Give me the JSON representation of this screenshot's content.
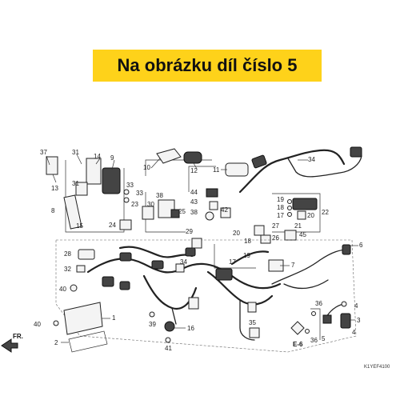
{
  "banner": {
    "text": "Na obrázku díl číslo 5",
    "background": "#fed21a"
  },
  "diagram": {
    "code": "K1YEF4100",
    "direction_label": "FR.",
    "section_ref": "E-6",
    "callouts": [
      {
        "n": "1"
      },
      {
        "n": "2"
      },
      {
        "n": "3"
      },
      {
        "n": "4"
      },
      {
        "n": "4"
      },
      {
        "n": "5"
      },
      {
        "n": "6"
      },
      {
        "n": "7"
      },
      {
        "n": "8"
      },
      {
        "n": "9"
      },
      {
        "n": "10"
      },
      {
        "n": "11"
      },
      {
        "n": "12"
      },
      {
        "n": "13"
      },
      {
        "n": "14"
      },
      {
        "n": "15"
      },
      {
        "n": "16"
      },
      {
        "n": "17"
      },
      {
        "n": "17"
      },
      {
        "n": "18"
      },
      {
        "n": "18"
      },
      {
        "n": "19"
      },
      {
        "n": "19"
      },
      {
        "n": "20"
      },
      {
        "n": "20"
      },
      {
        "n": "21"
      },
      {
        "n": "22"
      },
      {
        "n": "23"
      },
      {
        "n": "24"
      },
      {
        "n": "25"
      },
      {
        "n": "26"
      },
      {
        "n": "27"
      },
      {
        "n": "28"
      },
      {
        "n": "29"
      },
      {
        "n": "30"
      },
      {
        "n": "31"
      },
      {
        "n": "31"
      },
      {
        "n": "32"
      },
      {
        "n": "33"
      },
      {
        "n": "33"
      },
      {
        "n": "34"
      },
      {
        "n": "34"
      },
      {
        "n": "35"
      },
      {
        "n": "36"
      },
      {
        "n": "36"
      },
      {
        "n": "37"
      },
      {
        "n": "38"
      },
      {
        "n": "38"
      },
      {
        "n": "39"
      },
      {
        "n": "40"
      },
      {
        "n": "40"
      },
      {
        "n": "41"
      },
      {
        "n": "42"
      },
      {
        "n": "43"
      },
      {
        "n": "44"
      },
      {
        "n": "45"
      }
    ]
  }
}
